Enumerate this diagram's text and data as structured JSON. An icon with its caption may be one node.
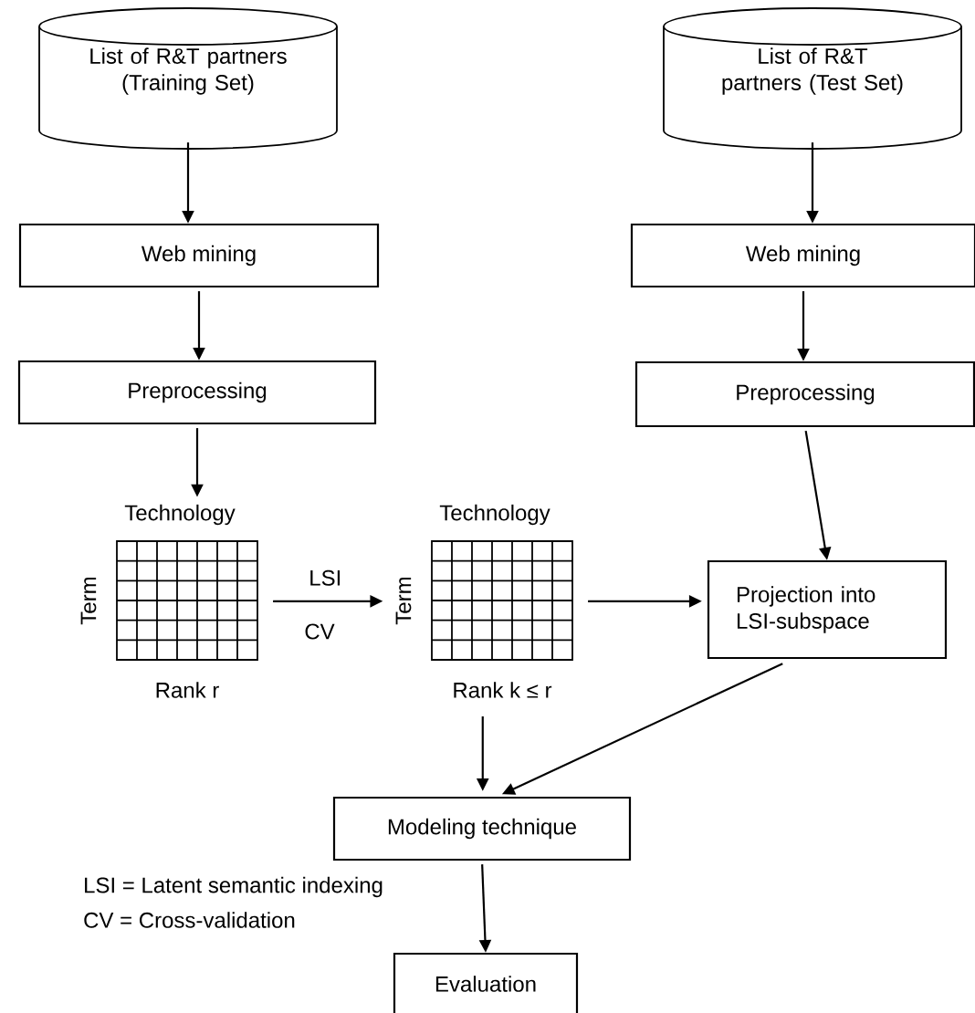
{
  "diagram": {
    "nodes": [
      {
        "text": [
          "List of R&T partners (Training Set)"
        ]
      },
      {
        "text": [
          "List of R&T partners (Test Set)"
        ]
      },
      {
        "text": [
          "Web mining"
        ]
      },
      {
        "text": [
          "Web mining"
        ]
      },
      {
        "text": [
          "Preprocessing"
        ]
      },
      {
        "text": [
          "Preprocessing"
        ]
      },
      {
        "text": [
          "Technology",
          "Term",
          "Rank r"
        ]
      },
      {
        "text": [
          "Technology",
          "Term",
          "Rank k ≤ r"
        ]
      },
      {
        "text": [
          "Projection into LSI-subspace"
        ]
      },
      {
        "text": [
          "Modeling technique"
        ]
      },
      {
        "text": [
          "Evaluation"
        ]
      }
    ],
    "edges": [
      {
        "from": 0,
        "to": 2,
        "arrow": "to"
      },
      {
        "from": 2,
        "to": 4,
        "arrow": "to"
      },
      {
        "from": 4,
        "to": 6,
        "arrow": "to"
      },
      {
        "from": 6,
        "to": 7,
        "arrow": "to",
        "label": "LSI"
      },
      {
        "from": 1,
        "to": 3,
        "arrow": "to"
      },
      {
        "from": 3,
        "to": 5,
        "arrow": "to"
      },
      {
        "from": 5,
        "to": 8,
        "arrow": "to"
      },
      {
        "from": 7,
        "to": 8,
        "arrow": "to"
      },
      {
        "from": 7,
        "to": 9,
        "arrow": "to"
      },
      {
        "from": 8,
        "to": 9,
        "arrow": "to"
      },
      {
        "from": 9,
        "to": 10,
        "arrow": "to"
      }
    ],
    "labels": [
      "CV",
      "LSI = Latent semantic indexing",
      "CV = Cross-validation"
    ]
  }
}
